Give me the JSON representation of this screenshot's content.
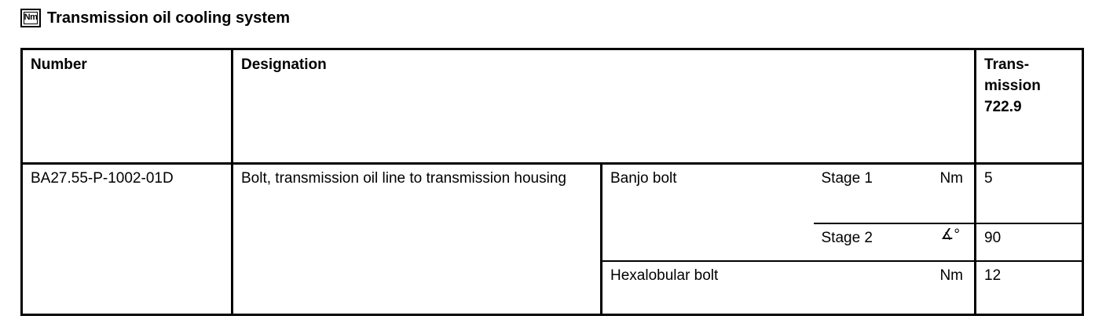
{
  "heading": {
    "icon_label": "Nm",
    "title": "Transmission oil cooling system"
  },
  "table": {
    "headers": {
      "number": "Number",
      "designation": "Designation",
      "transmission": [
        "Trans-",
        "mission",
        "722.9"
      ]
    },
    "row": {
      "number": "BA27.55-P-1002-01D",
      "designation": "Bolt, transmission oil line to transmission housing",
      "items": [
        {
          "type": "Banjo bolt",
          "stage": "Stage 1",
          "unit": "Nm",
          "value": "5"
        },
        {
          "type": "",
          "stage": "Stage 2",
          "unit": "∡°",
          "value": "90"
        },
        {
          "type": "Hexalobular bolt",
          "stage": "",
          "unit": "Nm",
          "value": "12"
        }
      ]
    }
  }
}
